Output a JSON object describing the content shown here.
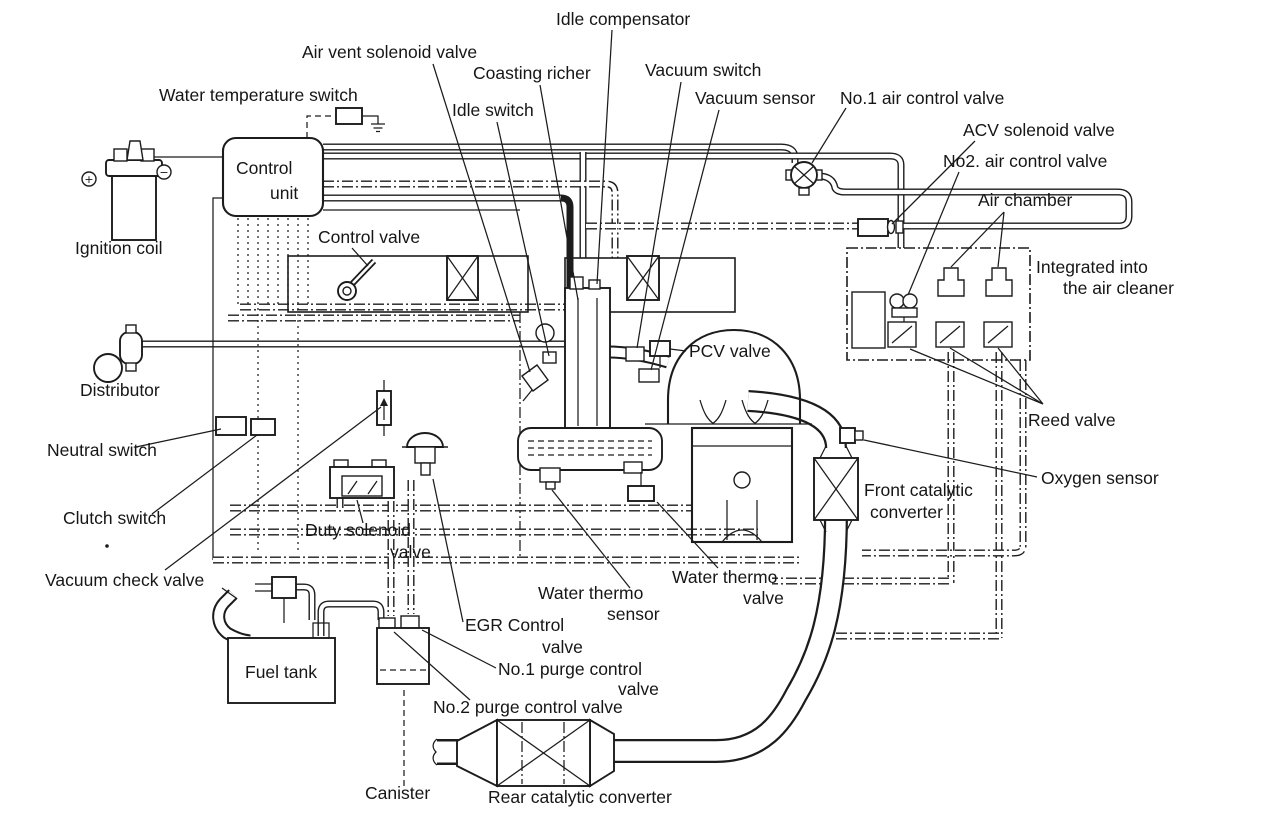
{
  "document_type": "engine vacuum and emission control system schematic",
  "colors": {
    "ink": "#1c1c1c",
    "paper": "#ffffff"
  },
  "symbols": {
    "plus": "+",
    "minus": "−"
  },
  "labels": {
    "idle_compensator": "Idle compensator",
    "air_vent_solenoid_valve": "Air vent solenoid valve",
    "coasting_richer": "Coasting richer",
    "vacuum_switch": "Vacuum switch",
    "water_temperature_switch": "Water temperature switch",
    "idle_switch": "Idle switch",
    "vacuum_sensor": "Vacuum sensor",
    "no1_air_control_valve": "No.1 air control valve",
    "acv_solenoid_valve": "ACV solenoid valve",
    "no2_air_control_valve": "No2. air control valve",
    "air_chamber": "Air chamber",
    "control_unit": [
      "Control",
      "unit"
    ],
    "integrated_air_cleaner": [
      "Integrated into",
      "the air cleaner"
    ],
    "ignition_coil": "Ignition coil",
    "control_valve": "Control valve",
    "pcv_valve": "PCV valve",
    "distributor": "Distributor",
    "reed_valve": "Reed valve",
    "neutral_switch": "Neutral switch",
    "oxygen_sensor": "Oxygen sensor",
    "clutch_switch": "Clutch switch",
    "front_catalytic_converter": [
      "Front catalytic",
      "converter"
    ],
    "duty_solenoid_valve": [
      "Duty solenoid",
      "valve"
    ],
    "vacuum_check_valve": "Vacuum check valve",
    "water_thermo_sensor": [
      "Water thermo",
      "sensor"
    ],
    "water_thermo_valve": [
      "Water thermo",
      "valve"
    ],
    "egr_control_valve": [
      "EGR Control",
      "valve"
    ],
    "fuel_tank": "Fuel tank",
    "no1_purge_control_valve": [
      "No.1 purge control",
      "valve"
    ],
    "no2_purge_control_valve": "No.2 purge control valve",
    "canister": "Canister",
    "rear_catalytic_converter": "Rear catalytic converter"
  }
}
